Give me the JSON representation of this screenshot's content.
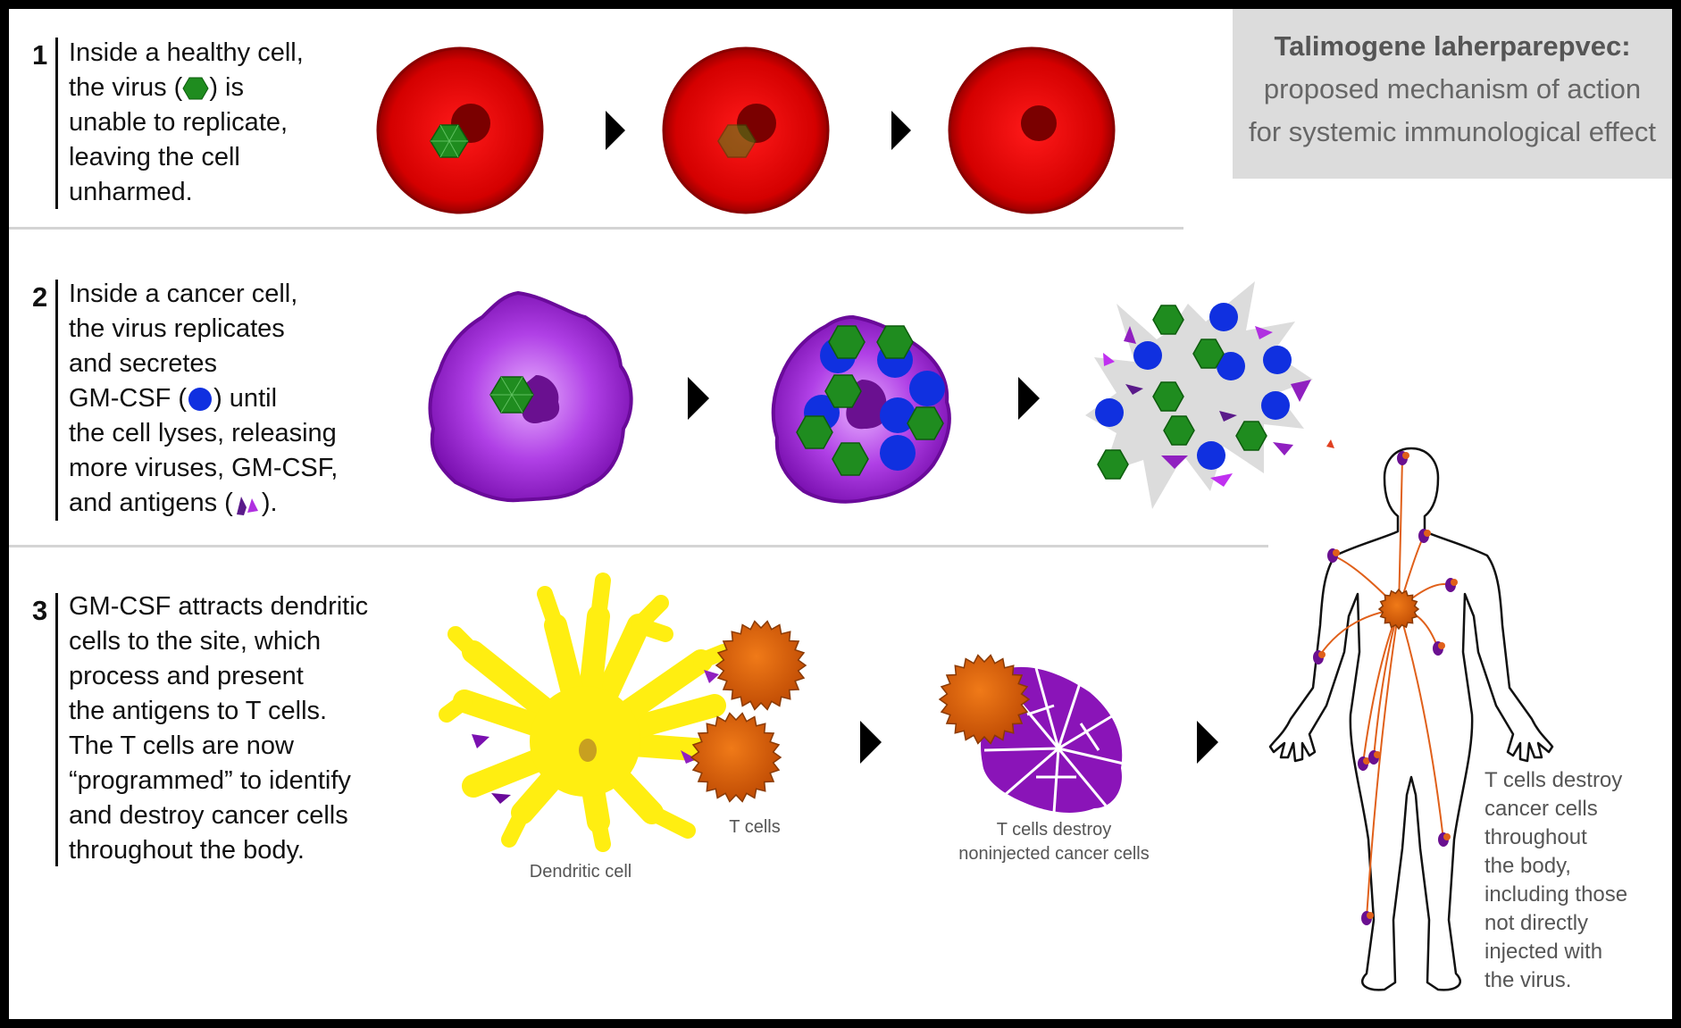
{
  "title": {
    "heading": "Talimogene laherparepvec:",
    "line2": "proposed mechanism of action",
    "line3": "for systemic immunological effect"
  },
  "steps": [
    {
      "number": "1",
      "lines": [
        "Inside a healthy cell,",
        "the virus (",
        ") is",
        "unable to replicate,",
        "leaving the cell",
        "unharmed."
      ]
    },
    {
      "number": "2",
      "lines": [
        "Inside a cancer cell,",
        "the virus replicates",
        "and secretes",
        "GM-CSF (",
        ") until",
        "the cell lyses, releasing",
        "more viruses, GM-CSF,",
        "and antigens (",
        ")."
      ]
    },
    {
      "number": "3",
      "lines": [
        "GM-CSF attracts dendritic",
        "cells to the site, which",
        "process and present",
        "the antigens to T cells.",
        "The T cells are now",
        "“programmed” to identify",
        "and destroy cancer cells",
        "throughout the body."
      ]
    }
  ],
  "labels": {
    "dendritic": "Dendritic cell",
    "tcells": "T cells",
    "destroy1": "T cells destroy",
    "destroy2": "noninjected cancer cells",
    "body": [
      "T cells destroy",
      "cancer cells",
      "throughout",
      "the body,",
      "including those",
      "not directly",
      "injected with",
      "the virus."
    ]
  },
  "colors": {
    "healthy_cell": "#d40000",
    "cancer_cell": "#8a14b8",
    "virus": "#1f8c1f",
    "gmcsf": "#1030e0",
    "dendritic": "#ffee11",
    "tcell": "#e8640a",
    "arrow": "#000000"
  }
}
